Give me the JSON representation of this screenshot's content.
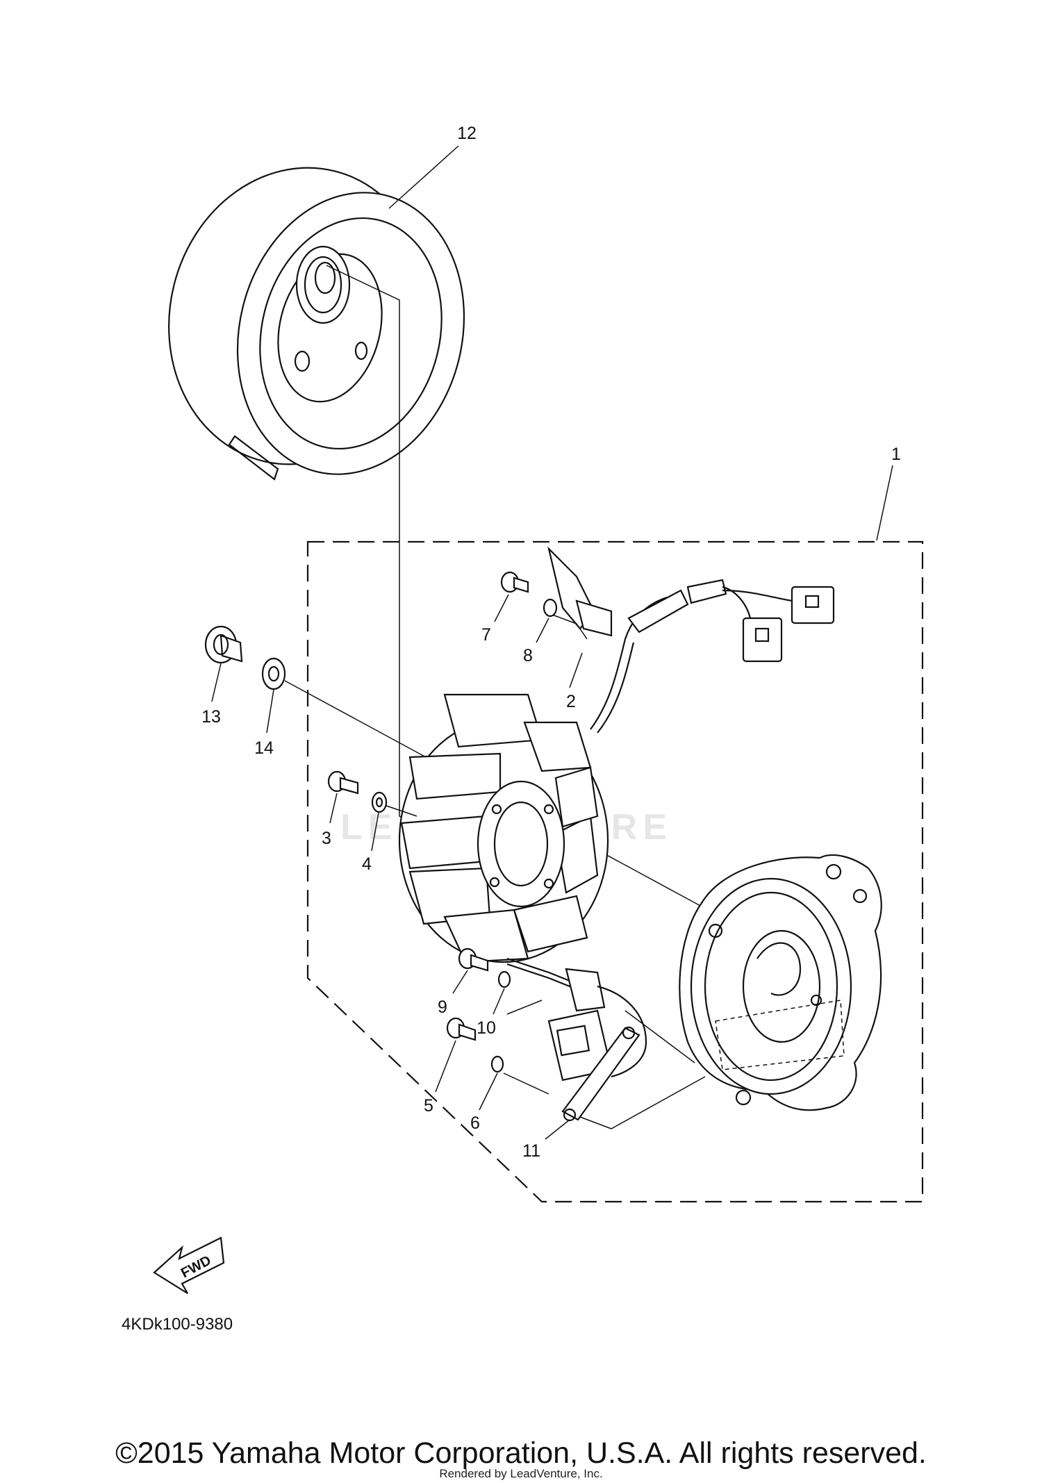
{
  "diagram": {
    "callouts": [
      "1",
      "2",
      "3",
      "4",
      "5",
      "6",
      "7",
      "8",
      "9",
      "10",
      "11",
      "12",
      "13",
      "14"
    ],
    "part_code": "4KDk100-9380",
    "fwd_label": "FWD",
    "watermark": "LEADVENTURE"
  },
  "footer": {
    "copyright": "©2015 Yamaha Motor Corporation, U.S.A. All rights reserved.",
    "rendered_by": "Rendered by LeadVenture, Inc."
  }
}
